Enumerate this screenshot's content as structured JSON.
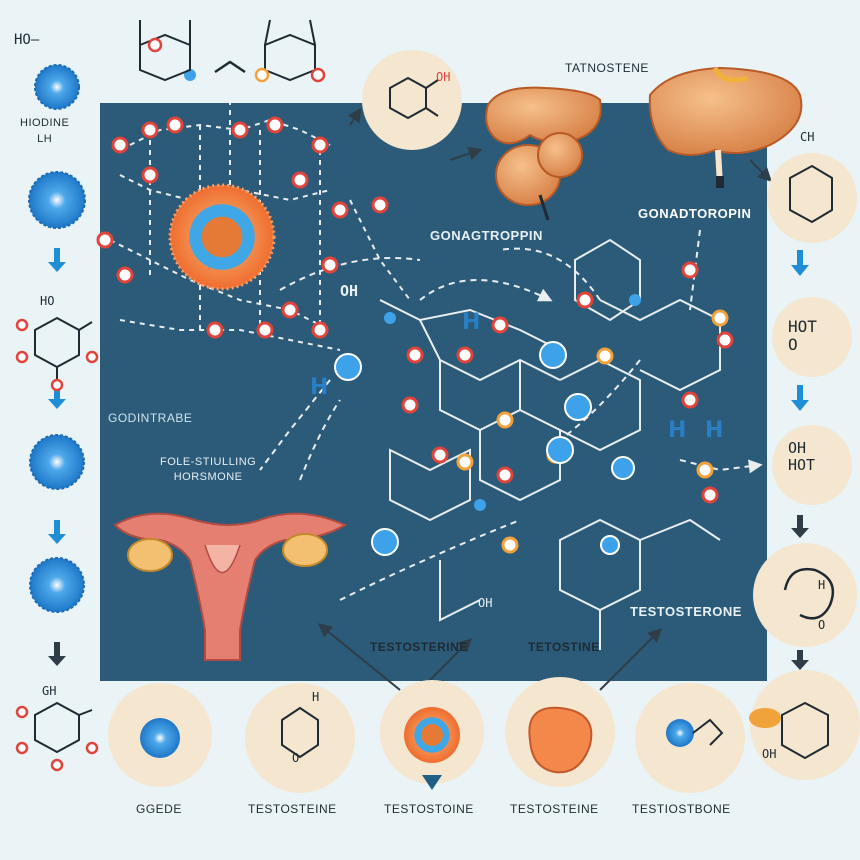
{
  "colors": {
    "background": "#eaf3f6",
    "panel": "#2b5b78",
    "circle_bg": "#f4e6cf",
    "node_red": "#e0443a",
    "node_orange": "#f2a23a",
    "node_blue": "#2a8fe0",
    "organ": "#e39a62",
    "uterus": "#e47f72",
    "arrow_blue": "#1e8fd6"
  },
  "left_column": {
    "top_formula": "HO–",
    "hormone_label": "HIODINE\nLH",
    "ring_label": "HO",
    "bottom_label": "GH"
  },
  "panel": {
    "label_gonintrabe": "GODINTRABE",
    "label_follicle": "FOLE-STIULLING\nHORSMONE",
    "label_gonagtroppin": "GONAGTROPPIN",
    "label_testosterone_inner": "TESTOSTERONE",
    "label_oh_bottom": "OH",
    "h_marks": [
      "H",
      "H",
      "H",
      "H"
    ],
    "oh_top": "OH"
  },
  "top_right": {
    "label_tatnostene": "TATNOSTENE",
    "label_gonadtoropin": "GONADTOROPIN",
    "ring_oh": "OH"
  },
  "right_column": {
    "labels": [
      "CH",
      "HOT\nO",
      "OH\nHOT",
      "H\nO"
    ]
  },
  "bottom_row": {
    "labels": [
      "GGEDE",
      "TESTOSTEINE",
      "TESTOSTOINE",
      "TESTOSTEINE",
      "TESTIOSTBONE"
    ],
    "mid_labels": [
      "TESTOSTERINE",
      "TETOSTINE"
    ],
    "ring_labels": [
      "H",
      "O",
      "OH"
    ]
  }
}
